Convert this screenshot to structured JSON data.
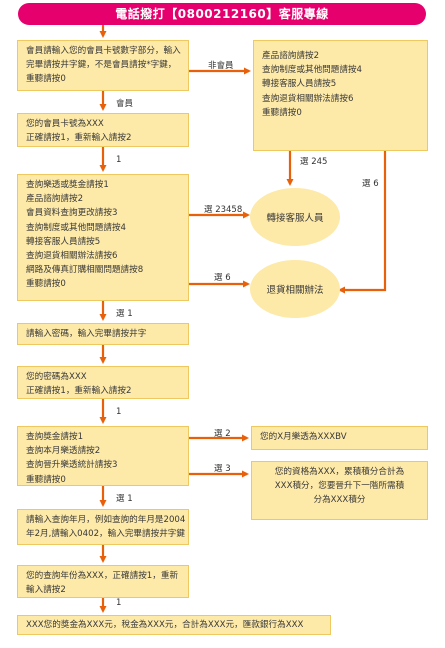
{
  "header": {
    "title": "電話撥打【0800212160】客服專線"
  },
  "boxes": {
    "b1": [
      "會員請輸入您的會員卡號數字部分，輸入",
      "完畢請按井字鍵，不是會員請按*字鍵，",
      "重聽請按0"
    ],
    "b2": [
      "您的會員卡號為XXX",
      "正確請按1，重新輸入請按2"
    ],
    "b3": [
      "查詢樂透或獎金請按1",
      "產品諮詢請按2",
      "會員資料查詢更改請按3",
      "查詢制度或其他問題請按4",
      "轉接客服人員請按5",
      "查詢退貨相關辦法請按6",
      "網路及傳真訂購相關問題請按8",
      "重聽請按0"
    ],
    "b4": [
      "請輸入密碼，輸入完畢請按井字"
    ],
    "b5": [
      "您的密碼為XXX",
      "正確請按1，重新輸入請按2"
    ],
    "b6": [
      "查詢獎金請按1",
      "查詢本月樂透請按2",
      "查詢晉升樂透統計請按3",
      "重聽請按0"
    ],
    "b7": [
      "請輸入查詢年月，例如查詢的年月是2004",
      "年2月,請輸入0402，輸入完畢請按井字鍵"
    ],
    "b8": [
      "您的查詢年份為XXX，正確請按1，重新",
      "輸入請按2"
    ],
    "b9": [
      "XXX您的獎金為XXX元，稅金為XXX元，合計為XXX元，匯款銀行為XXX"
    ],
    "r1": [
      "產品諮詢請按2",
      "查詢制度或其他問題請按4",
      "轉接客服人員請按5",
      "查詢退貨相關辦法請按6",
      "重聽請按0"
    ],
    "r2": [
      "您的X月樂透為XXXBV"
    ],
    "r3": [
      "您的資格為XXX，累積積分合計為",
      "XXX積分，您要晉升下一階所需積",
      "分為XXX積分"
    ]
  },
  "ellipses": {
    "service": "轉接客服人員",
    "returns": "退貨相關辦法"
  },
  "labels": {
    "nonmember": "非會員",
    "member": "會員",
    "one_a": "1",
    "press245": "選 245",
    "press6_right": "選 6",
    "press23458": "選 23458",
    "press6_left": "選 6",
    "press1_a": "選 1",
    "one_b": "1",
    "press2": "選 2",
    "press3": "選 3",
    "press1_b": "選 1",
    "one_c": "1"
  },
  "colors": {
    "header": "#e6006e",
    "box_fill": "#fde9a8",
    "arrow": "#e8600a"
  }
}
